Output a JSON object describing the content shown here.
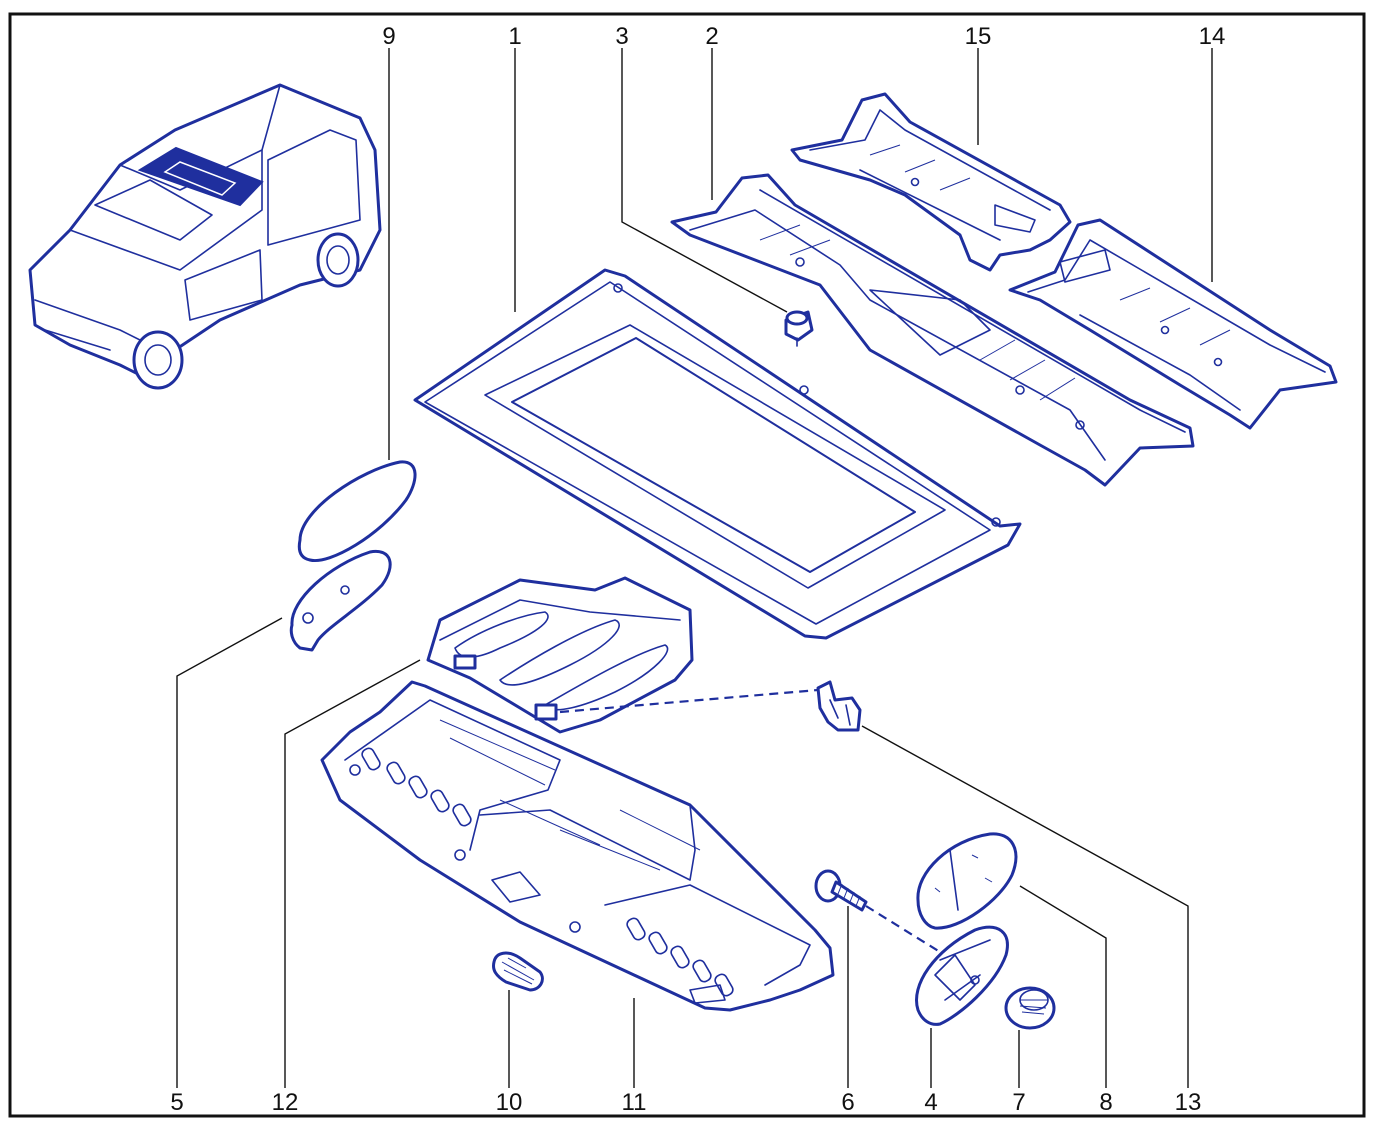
{
  "diagram": {
    "callouts": [
      {
        "id": "c9",
        "text": "9"
      },
      {
        "id": "c1",
        "text": "1"
      },
      {
        "id": "c3",
        "text": "3"
      },
      {
        "id": "c2",
        "text": "2"
      },
      {
        "id": "c15",
        "text": "15"
      },
      {
        "id": "c14",
        "text": "14"
      },
      {
        "id": "c5",
        "text": "5"
      },
      {
        "id": "c12",
        "text": "12"
      },
      {
        "id": "c10",
        "text": "10"
      },
      {
        "id": "c11",
        "text": "11"
      },
      {
        "id": "c6",
        "text": "6"
      },
      {
        "id": "c4",
        "text": "4"
      },
      {
        "id": "c7",
        "text": "7"
      },
      {
        "id": "c8",
        "text": "8"
      },
      {
        "id": "c13",
        "text": "13"
      }
    ],
    "colors": {
      "line": "#1f2f9e",
      "highlight": "#1f2f9e",
      "frame": "#111111",
      "text": "#111111"
    }
  }
}
